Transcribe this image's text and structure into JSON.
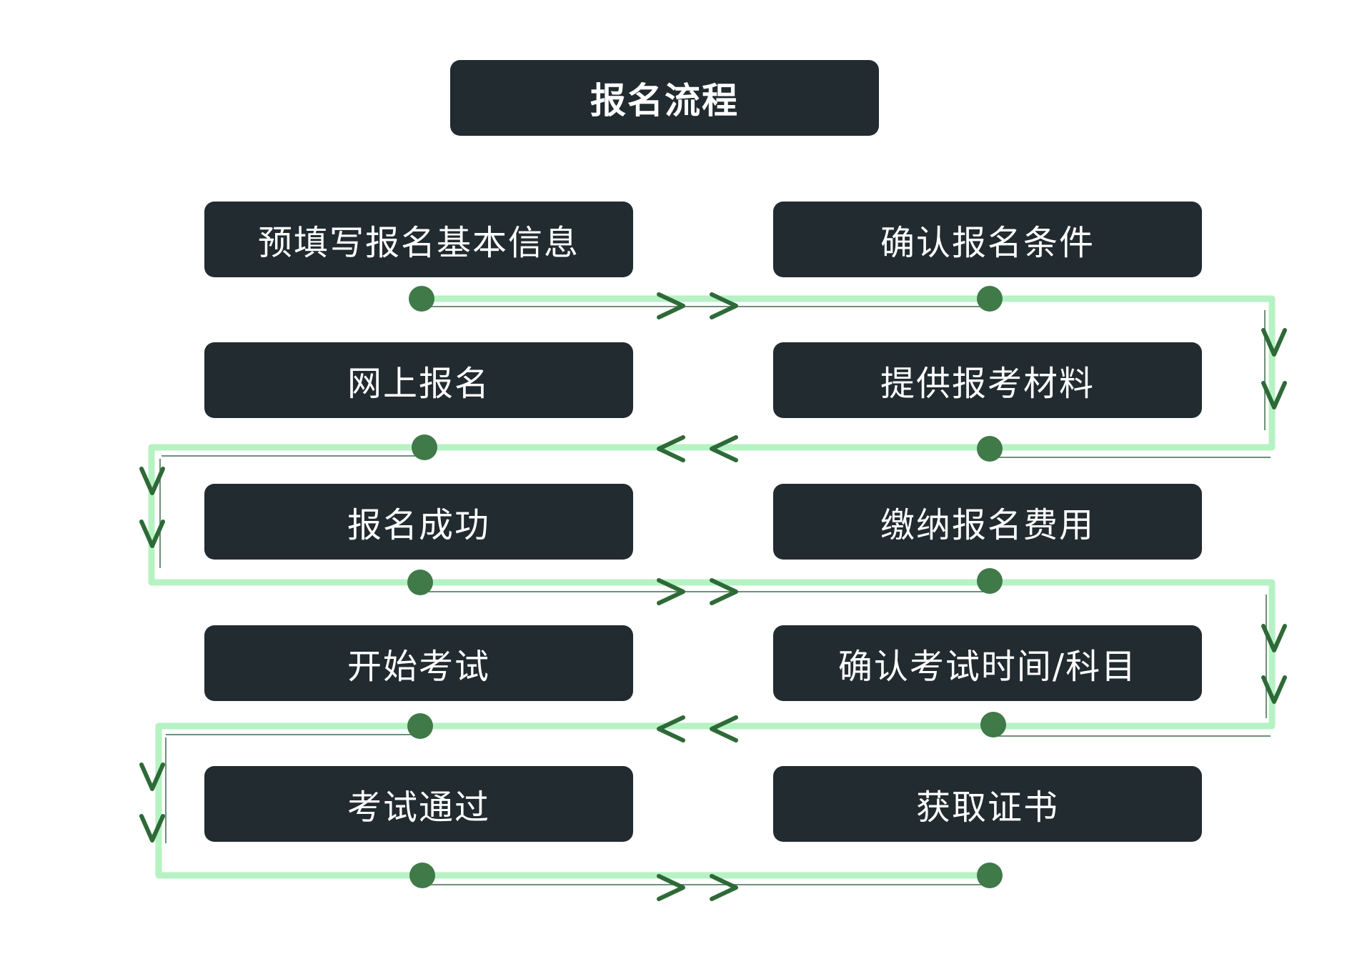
{
  "title": "报名流程",
  "steps": {
    "s1": "预填写报名基本信息",
    "s2": "确认报名条件",
    "s3": "提供报考材料",
    "s4": "网上报名",
    "s5": "报名成功",
    "s6": "缴纳报名费用",
    "s7": "确认考试时间/科目",
    "s8": "开始考试",
    "s9": "考试通过",
    "s10": "获取证书"
  },
  "colors": {
    "box": "#222b30",
    "box_text": "#ffffff",
    "path": "#b6f2c3",
    "path_thin": "#6f8f7a",
    "dot": "#3f7a48",
    "arrow": "#2e6a37"
  }
}
